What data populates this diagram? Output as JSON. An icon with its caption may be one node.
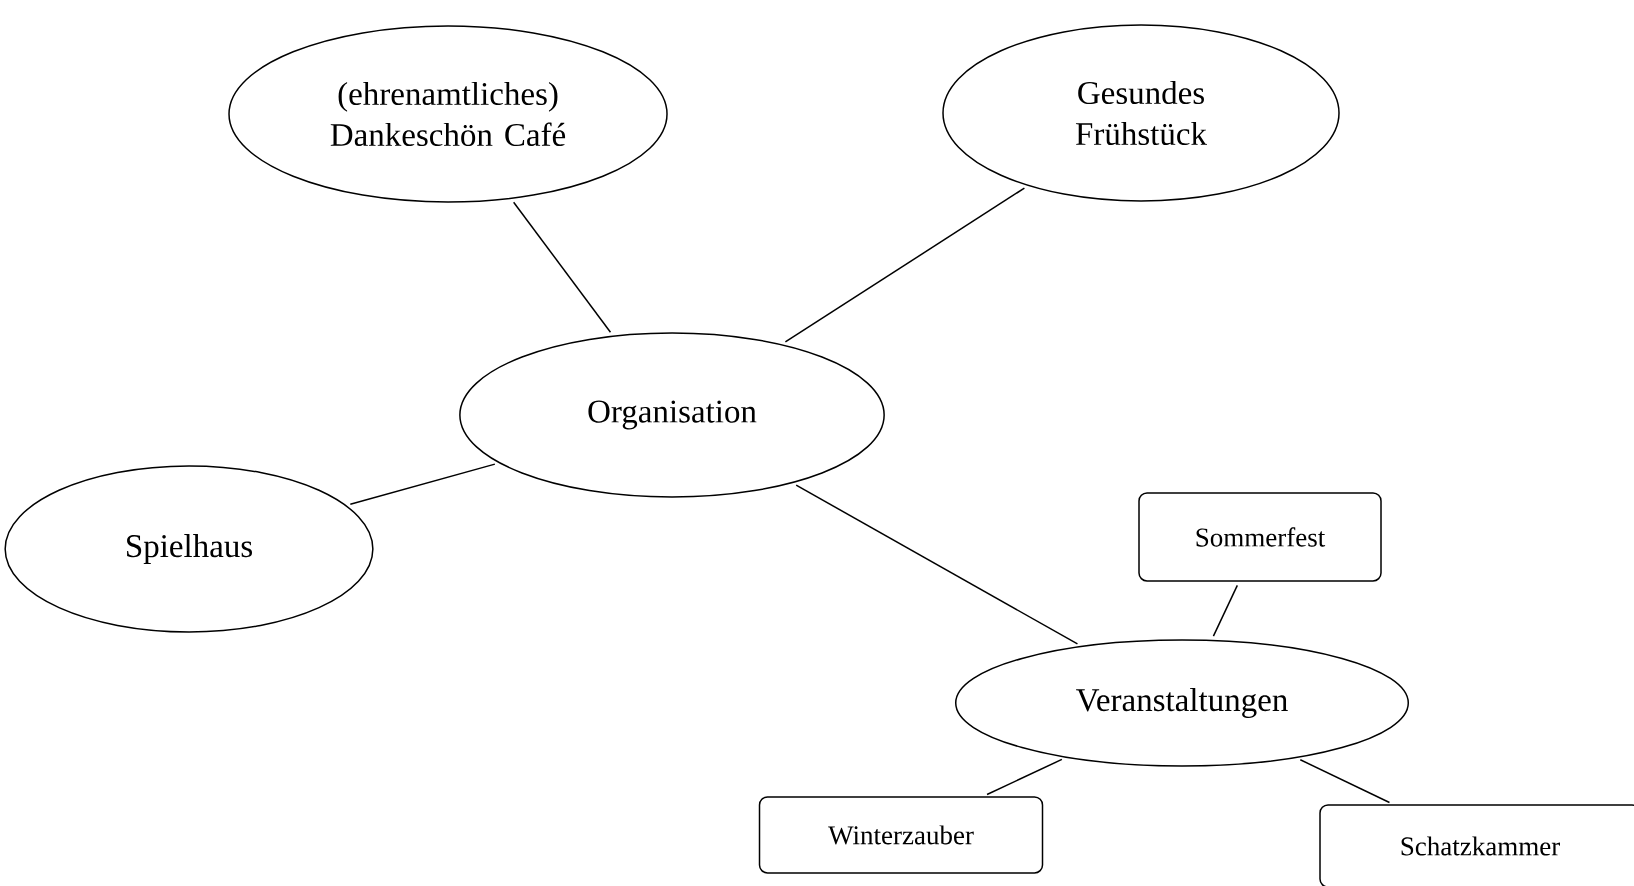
{
  "diagram": {
    "nodes": [
      {
        "text": [
          "Organisation"
        ]
      },
      {
        "text": [
          "(ehrenamtliches) Dankeschön Café"
        ]
      },
      {
        "text": [
          "Gesundes Frühstück"
        ]
      },
      {
        "text": [
          "Spielhaus"
        ]
      },
      {
        "text": [
          "Veranstaltungen"
        ]
      },
      {
        "text": [
          "Sommerfest"
        ]
      },
      {
        "text": [
          "Winterzauber"
        ]
      },
      {
        "text": [
          "Schatzkammer"
        ]
      }
    ],
    "edges": [
      {
        "from": 0,
        "to": 1,
        "arrow": "none"
      },
      {
        "from": 0,
        "to": 2,
        "arrow": "none"
      },
      {
        "from": 0,
        "to": 3,
        "arrow": "none"
      },
      {
        "from": 0,
        "to": 4,
        "arrow": "none"
      },
      {
        "from": 4,
        "to": 5,
        "arrow": "none"
      },
      {
        "from": 4,
        "to": 6,
        "arrow": "none"
      },
      {
        "from": 4,
        "to": 7,
        "arrow": "none"
      }
    ]
  }
}
